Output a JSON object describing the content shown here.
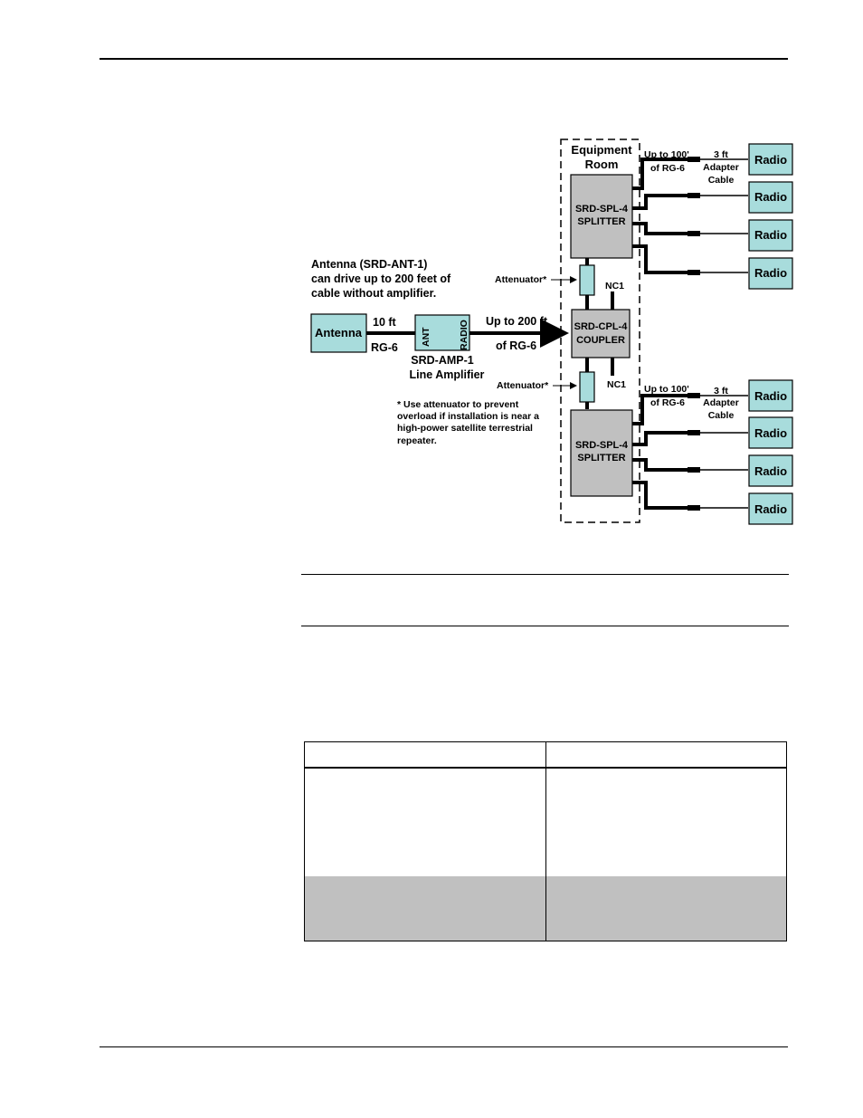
{
  "diagram": {
    "equipment_room": [
      "Equipment",
      "Room"
    ],
    "antenna_note": [
      "Antenna (SRD-ANT-1)",
      "can drive up to 200 feet of",
      "cable without amplifier."
    ],
    "antenna_label": "Antenna",
    "cable_10ft": "10 ft",
    "cable_rg6": "RG-6",
    "amp_ant": "ANT",
    "amp_radio": "RADIO",
    "amp_title": [
      "SRD-AMP-1",
      "Line Amplifier"
    ],
    "up_to_200": "Up to 200 ft",
    "of_rg6": "of RG-6",
    "coupler": [
      "SRD-CPL-4",
      "COUPLER"
    ],
    "splitter": [
      "SRD-SPL-4",
      "SPLITTER"
    ],
    "attenuator": "Attenuator*",
    "nc1": "NC1",
    "up_to_100": "Up to 100'",
    "of_rg6_short": "of RG-6",
    "adapter": [
      "3 ft",
      "Adapter",
      "Cable"
    ],
    "radio": "Radio",
    "footnote": [
      "* Use attenuator to prevent",
      "overload if installation is near a",
      "high-power satellite terrestrial",
      "repeater."
    ]
  },
  "colors": {
    "box_fill": "#a8dcdc",
    "gray_fill": "#c0c0c0"
  }
}
